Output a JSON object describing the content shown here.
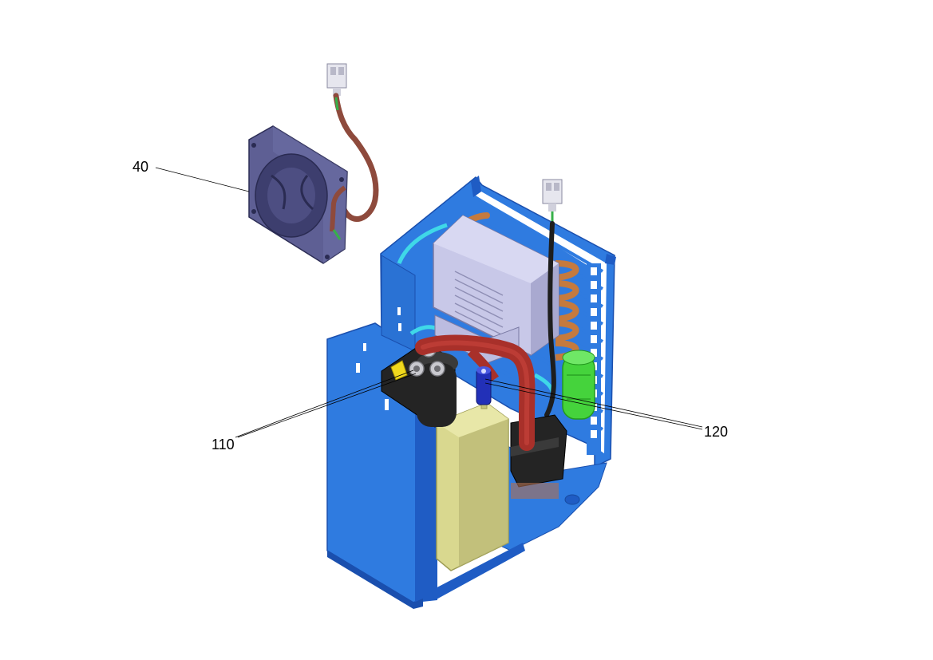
{
  "callouts": {
    "fan": {
      "label": "40"
    },
    "fitting_block": {
      "label": "110"
    },
    "valve": {
      "label": "120"
    }
  },
  "colors": {
    "frame": "#2f7be0",
    "frame_dark": "#1f5cc4",
    "fan": "#5e5f94",
    "fan_dark": "#3d3e6e",
    "heat_exchanger": "#c8c8e8",
    "hose_red": "#a8302a",
    "tank": "#d9d88f",
    "capacitor": "#45d33c",
    "pump": "#242424",
    "copper": "#c57a3e",
    "coolant_line": "#3fd8e8",
    "leader_line": "#000000"
  }
}
